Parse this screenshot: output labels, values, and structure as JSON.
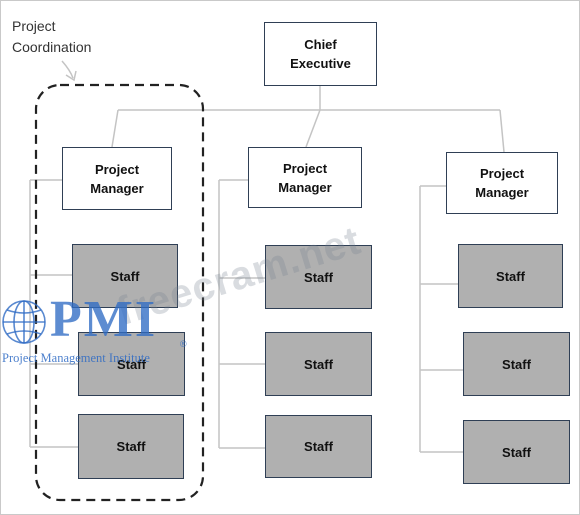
{
  "annotation": {
    "label": "Project\nCoordination"
  },
  "chief": {
    "label": "Chief\nExecutive"
  },
  "managers": [
    {
      "label": "Project\nManager"
    },
    {
      "label": "Project\nManager"
    },
    {
      "label": "Project\nManager"
    }
  ],
  "staff_label": "Staff",
  "watermark": {
    "text": "freecram.net",
    "logo_letters": "PMI",
    "logo_caption": "Project Management Institute"
  },
  "colors": {
    "staff_fill": "#b0b0b0",
    "box_border": "#2f3f55",
    "connector": "#c4c4c4",
    "pmi_blue": "#2f6bc4"
  }
}
